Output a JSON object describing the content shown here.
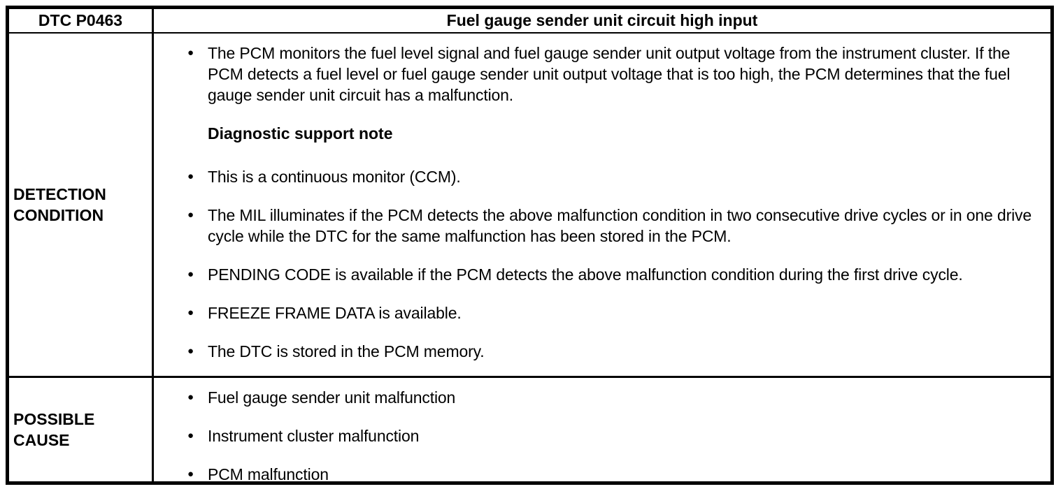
{
  "colors": {
    "text": "#000000",
    "background": "#ffffff",
    "border": "#000000"
  },
  "glyphs": {
    "bullet": "●"
  },
  "table": {
    "header": {
      "code": "DTC P0463",
      "title": "Fuel gauge sender unit circuit high input"
    },
    "detection": {
      "label": "DETECTION\nCONDITION",
      "intro_bullet": "The PCM monitors the fuel level signal and fuel gauge sender unit output voltage from the instrument cluster. If the PCM detects a fuel level or fuel gauge sender unit output voltage that is too high, the PCM determines that the fuel gauge sender unit circuit has a malfunction.",
      "note_heading": "Diagnostic support note",
      "note_bullets": [
        "This is a continuous monitor (CCM).",
        "The MIL illuminates if the PCM detects the above malfunction condition in two consecutive drive cycles or in one drive cycle while the DTC for the same malfunction has been stored in the PCM.",
        "PENDING CODE is available if the PCM detects the above malfunction condition during the first drive cycle.",
        "FREEZE FRAME DATA is available.",
        "The DTC is stored in the PCM memory."
      ]
    },
    "possible_cause": {
      "label": "POSSIBLE\nCAUSE",
      "bullets": [
        "Fuel gauge sender unit malfunction",
        "Instrument cluster malfunction",
        "PCM malfunction"
      ]
    }
  }
}
